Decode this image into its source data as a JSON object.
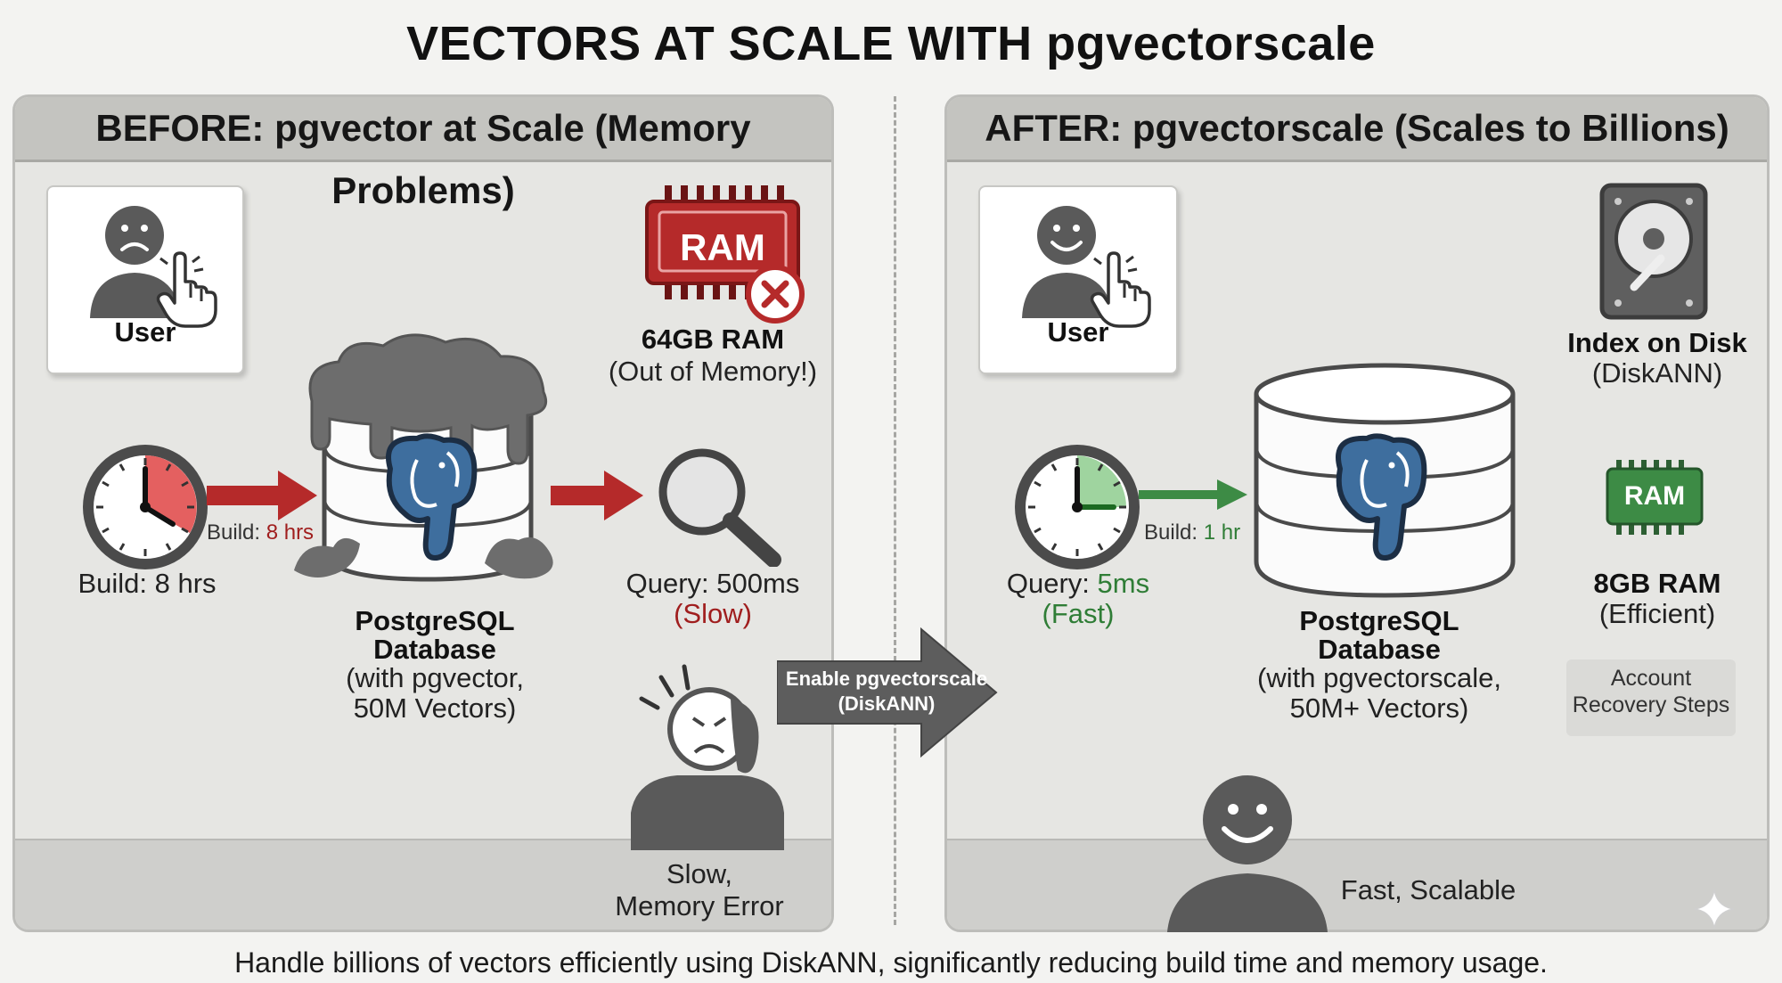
{
  "title": "VECTORS AT SCALE WITH pgvectorscale",
  "before": {
    "header": "BEFORE: pgvector at Scale (Memory Problems)",
    "user_label": "User",
    "ram_chip_label": "RAM",
    "ram_label": "64GB RAM",
    "ram_status": "(Out of Memory!)",
    "build_arrow_label_prefix": "Build: ",
    "build_arrow_label_value": "8 hrs",
    "build_label": "Build: 8 hrs",
    "query_label": "Query: 500ms",
    "query_status": "(Slow)",
    "db_title_line1": "PostgreSQL",
    "db_title_line2": "Database",
    "db_detail_line1": "(with pgvector,",
    "db_detail_line2": "50M Vectors)",
    "footer_line1": "Slow,",
    "footer_line2": "Memory Error"
  },
  "transition": {
    "line1": "Enable pgvectorscale",
    "line2": "(DiskANN)"
  },
  "after": {
    "header": "AFTER: pgvectorscale (Scales to Billions)",
    "user_label": "User",
    "disk_label": "Index on Disk",
    "disk_detail": "(DiskANN)",
    "ram_chip_label": "RAM",
    "ram_label": "8GB RAM",
    "ram_status": "(Efficient)",
    "build_arrow_label_prefix": "Build: ",
    "build_arrow_label_value": "1 hr",
    "query_label_prefix": "Query: ",
    "query_label_value": "5ms",
    "query_status": "(Fast)",
    "db_title_line1": "PostgreSQL",
    "db_title_line2": "Database",
    "db_detail_line1": "(with pgvectorscale,",
    "db_detail_line2": "50M+ Vectors)",
    "side_note_line1": "Account",
    "side_note_line2": "Recovery Steps",
    "footer": "Fast, Scalable"
  },
  "footer": "Handle billions of vectors efficiently using DiskANN, significantly reducing build time and memory usage.",
  "colors": {
    "bad_red": "#b52a2a",
    "good_green": "#3d8b45",
    "elephant_blue": "#3e6e9e",
    "icon_gray": "#5a5a5a"
  },
  "icons": [
    "user-sad-icon",
    "pointer-hand-icon",
    "ram-chip-icon",
    "error-x-icon",
    "clock-icon",
    "magnifier-icon",
    "postgres-elephant-icon",
    "stressed-person-icon",
    "user-happy-icon",
    "hard-disk-icon",
    "sparkle-icon"
  ]
}
